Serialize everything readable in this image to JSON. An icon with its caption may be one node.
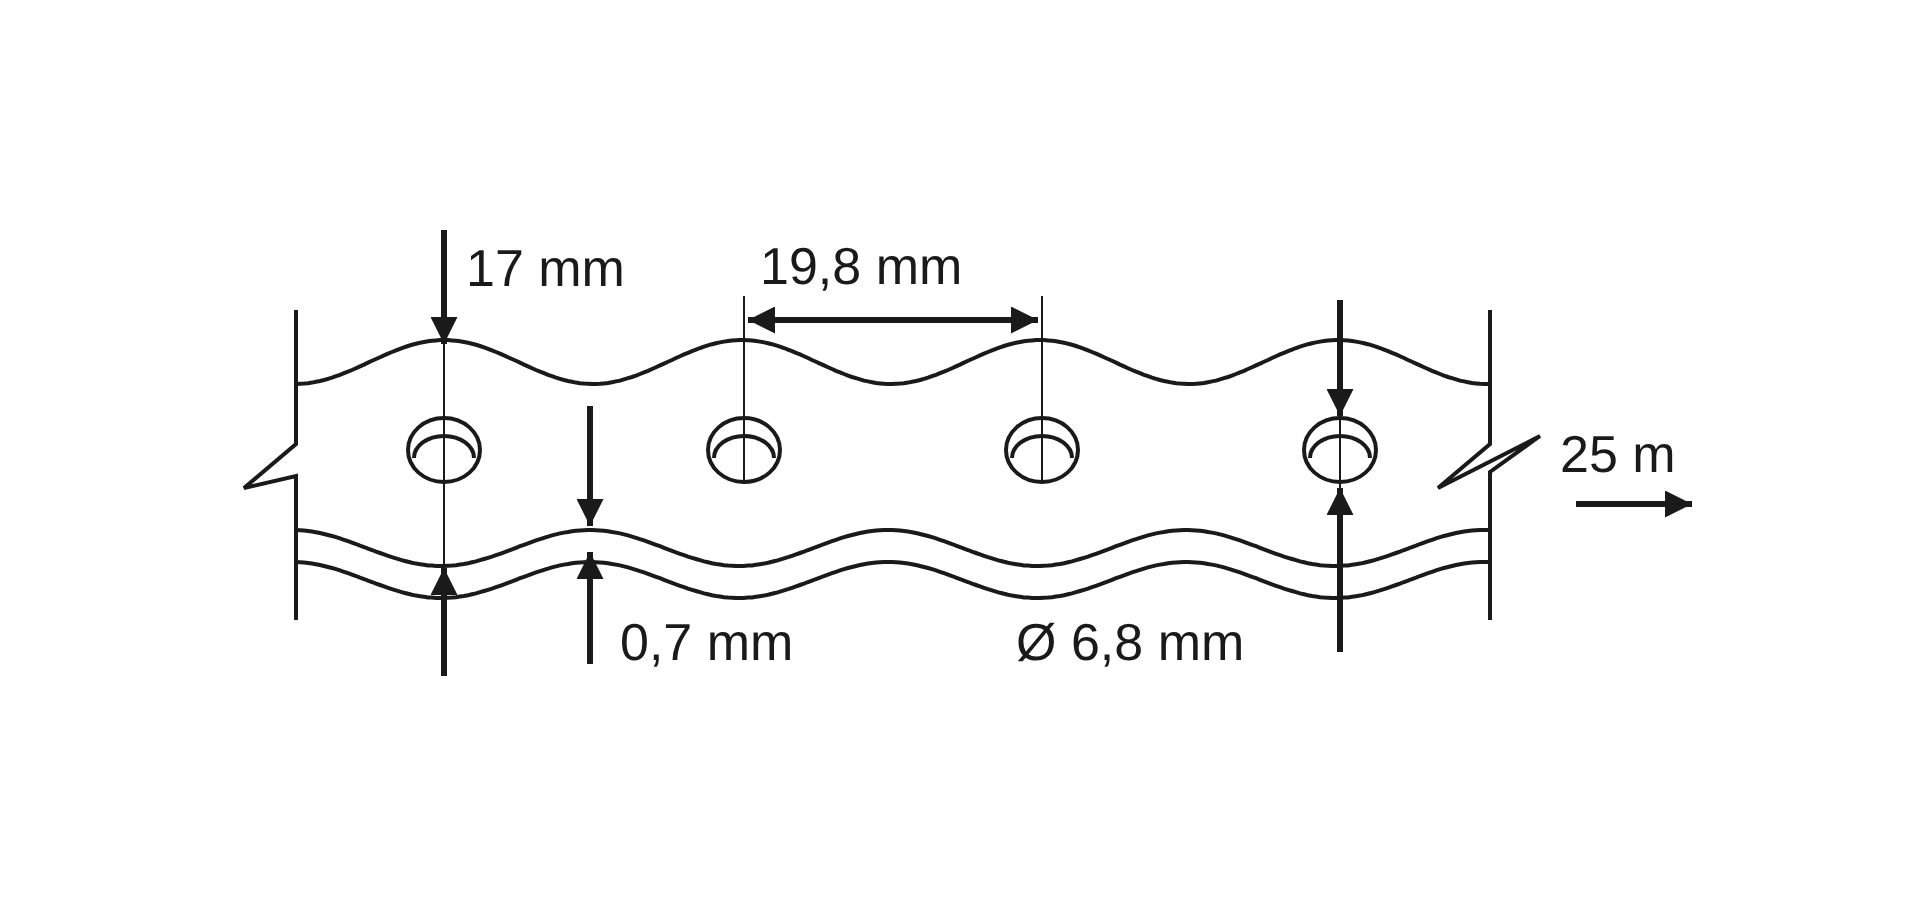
{
  "diagram": {
    "labels": [
      "17 mm",
      "19,8 mm",
      "25 m",
      "0,7 mm",
      "Ø 6,8 mm"
    ]
  }
}
